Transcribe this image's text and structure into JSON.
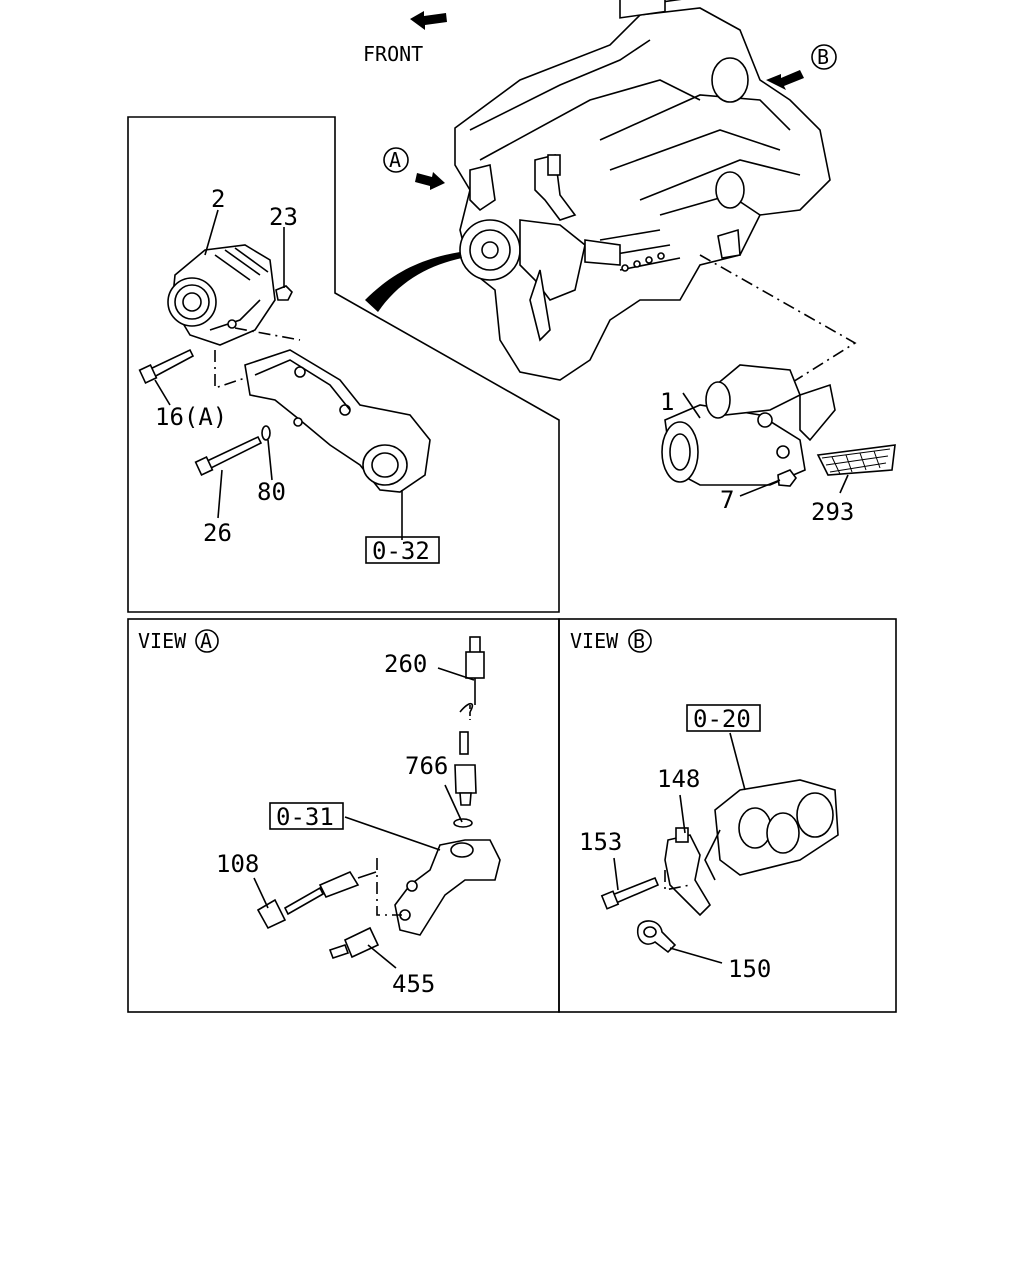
{
  "front_label": "FRONT",
  "view_a_marker": "A",
  "view_b_marker": "B",
  "views": {
    "a_title": "VIEW",
    "a_letter": "A",
    "b_title": "VIEW",
    "b_letter": "B"
  },
  "callouts": {
    "p2": "2",
    "p23": "23",
    "p16a": "16(A)",
    "p80": "80",
    "p26": "26",
    "p1": "1",
    "p7": "7",
    "p293": "293",
    "p260": "260",
    "p766": "766",
    "p108": "108",
    "p455": "455",
    "p148": "148",
    "p153": "153",
    "p150": "150"
  },
  "references": {
    "ref_032": "0-32",
    "ref_031": "0-31",
    "ref_020": "0-20"
  }
}
